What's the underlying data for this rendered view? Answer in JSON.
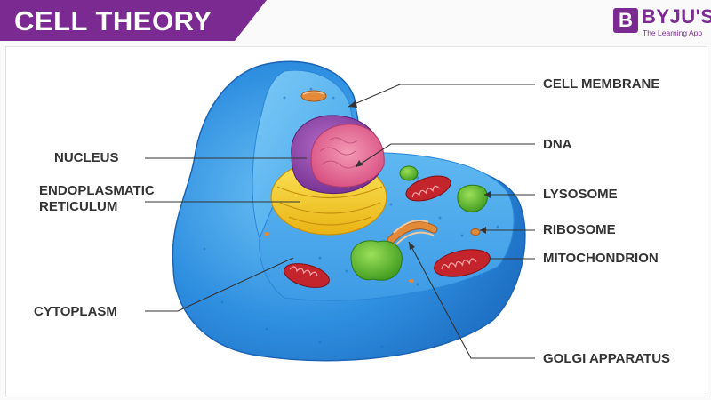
{
  "header": {
    "title": "CELL THEORY",
    "banner_color": "#7b2a92"
  },
  "logo": {
    "mark": "B",
    "name": "BYJU'S",
    "tagline": "The Learning App",
    "color": "#7b2a92"
  },
  "labels": {
    "cell_membrane": "CELL MEMBRANE",
    "nucleus": "NUCLEUS",
    "dna": "DNA",
    "er_line1": "ENDOPLASMATIC",
    "er_line2": "RETICULUM",
    "lysosome": "LYSOSOME",
    "ribosome": "RIBOSOME",
    "mitochondrion": "MITOCHONDRION",
    "cytoplasm": "CYTOPLASM",
    "golgi": "GOLGI APPARATUS"
  },
  "colors": {
    "cell_blue": "#2f8fe0",
    "cell_light": "#5ab5f0",
    "nucleus_purple": "#8b3fa6",
    "nucleus_pink": "#e4608f",
    "er_yellow": "#f2cc1e",
    "mito_red": "#c4242c",
    "lysosome_green": "#5cbf2a",
    "golgi_orange": "#e2893a",
    "label_text": "#333333",
    "leader_line": "#333333"
  }
}
